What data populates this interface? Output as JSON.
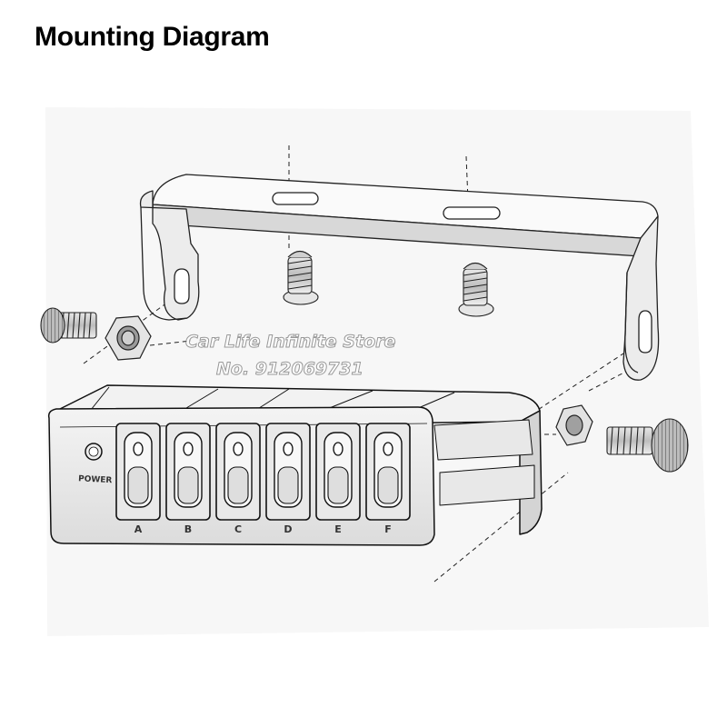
{
  "title": "Mounting Diagram",
  "panel": {
    "power_label": "POWER",
    "switch_labels": [
      "A",
      "B",
      "C",
      "D",
      "E",
      "F"
    ]
  },
  "watermark": {
    "line1": "Car Life Infinite Store",
    "line2": "No. 912069731"
  }
}
